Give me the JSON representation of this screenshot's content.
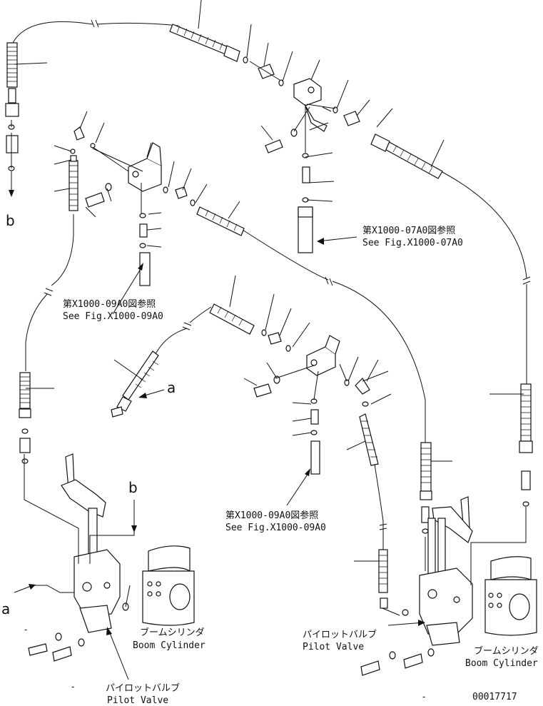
{
  "refs": {
    "fig_07_jp": "第X1000-07A0図参照",
    "fig_07_en": "See Fig.X1000-07A0",
    "fig_09_jp_left": "第X1000-09A0図参照",
    "fig_09_en_left": "See Fig.X1000-09A0",
    "fig_09_jp_center": "第X1000-09A0図参照",
    "fig_09_en_center": "See Fig.X1000-09A0"
  },
  "markers": {
    "a_left": "a",
    "b_left": "b",
    "a_center": "a",
    "b_center": "b",
    "dash_1": "-",
    "dash_2": "-",
    "dash_3": "-"
  },
  "components": {
    "pilot_valve_jp_left": "パイロットバルブ",
    "pilot_valve_en_left": "Pilot Valve",
    "pilot_valve_jp_right": "パイロットバルブ",
    "pilot_valve_en_right": "Pilot Valve",
    "boom_cyl_jp_left": "ブームシリンダ",
    "boom_cyl_en_left": "Boom Cylinder",
    "boom_cyl_jp_right": "ブームシリンダ",
    "boom_cyl_en_right": "Boom Cylinder"
  },
  "drawing_number": "00017717"
}
